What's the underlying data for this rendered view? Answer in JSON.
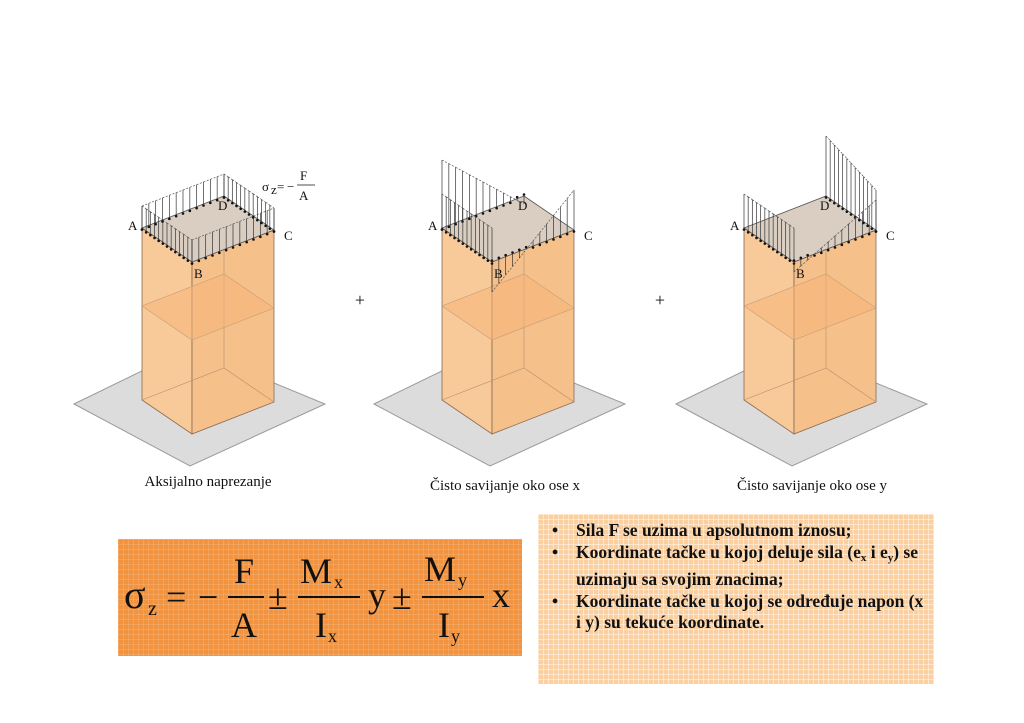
{
  "panels": [
    {
      "caption": "Aksijalno naprezanje",
      "points": [
        "A",
        "B",
        "C",
        "D"
      ],
      "stress_label": {
        "sigma": "σ",
        "sub": "z",
        "eq": "=",
        "sign": "−",
        "num": "F",
        "den": "A"
      }
    },
    {
      "caption": "Čisto savijanje oko ose x",
      "points": [
        "A",
        "B",
        "C",
        "D"
      ]
    },
    {
      "caption": "Čisto savijanje oko ose y",
      "points": [
        "A",
        "B",
        "C",
        "D"
      ]
    }
  ],
  "operators": [
    "+",
    "+"
  ],
  "formula": {
    "sigma": "σ",
    "sigma_sub": "z",
    "eq": "=",
    "minus": "−",
    "f_num": "F",
    "f_den": "A",
    "pm1": "±",
    "mx_num": "M",
    "mx_sub": "x",
    "ix_den": "I",
    "ix_sub": "x",
    "var1": "y",
    "pm2": "±",
    "my_num": "M",
    "my_sub": "y",
    "iy_den": "I",
    "iy_sub": "y",
    "var2": "x"
  },
  "notes": {
    "n1": "Sila F se uzima u apsolutnom iznosu;",
    "n2_a": "Koordinate tačke u kojoj deluje sila (e",
    "n2_sub_x": "x",
    "n2_b": " i e",
    "n2_sub_y": "y",
    "n2_c": ") se uzimaju sa svojim znacima;",
    "n3": "Koordinate tačke u kojoj se određuje napon (x i y) su tekuće koordinate."
  },
  "colors": {
    "column_fill": "#f8c999",
    "column_stroke": "#8a6a52",
    "plate_fill": "#dcdcdc",
    "top_fill": "#d9cec1",
    "formula_bg": "#f29340",
    "notes_bg": "#fbcfa0"
  }
}
